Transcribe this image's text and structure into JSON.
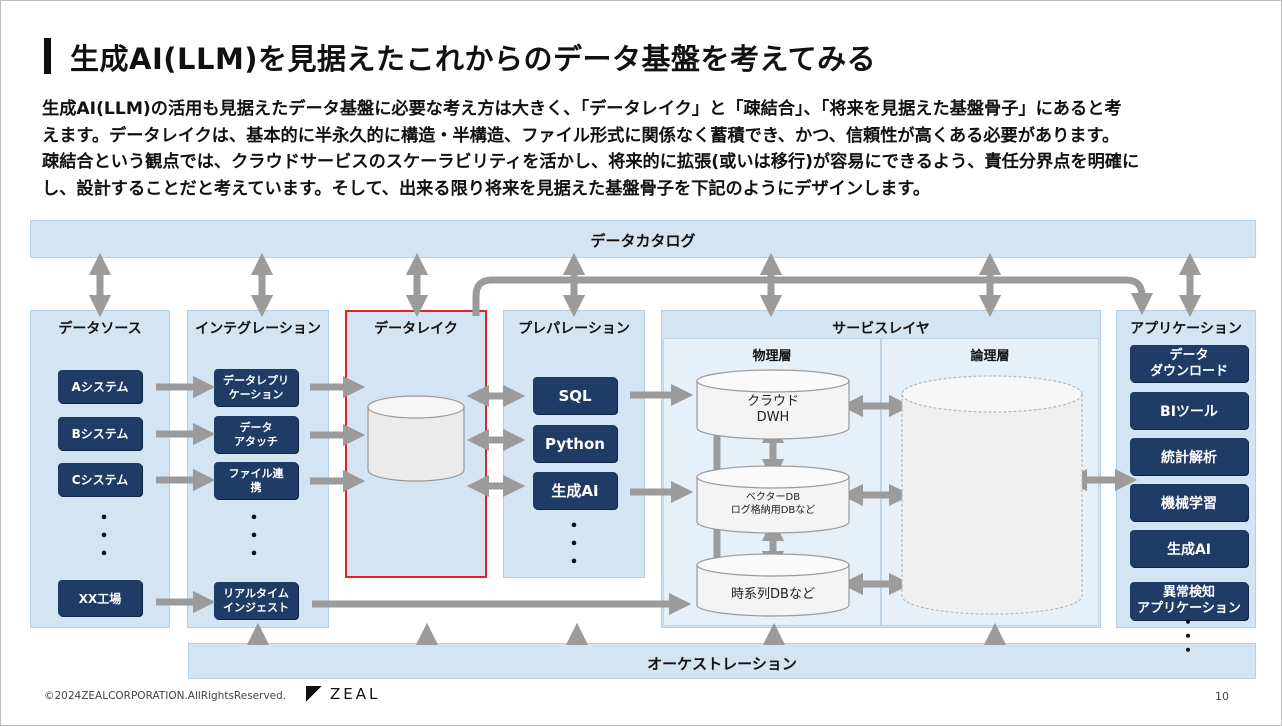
{
  "title": "生成AI(LLM)を見据えたこれからのデータ基盤を考えてみる",
  "body_lines": [
    "生成AI(LLM)の活用も見据えたデータ基盤に必要な考え方は大きく、「データレイク」と「疎結合」、「将来を見据えた基盤骨子」にあると考",
    "えます。データレイクは、基本的に半永久的に構造・半構造、ファイル形式に関係なく蓄積でき、かつ、信頼性が高くある必要があります。",
    "疎結合という観点では、クラウドサービスのスケーラビリティを活かし、将来的に拡張(或いは移行)が容易にできるよう、責任分界点を明確に",
    "し、設計することだと考えています。そして、出来る限り将来を見据えた基盤骨子を下記のようにデザインします。"
  ],
  "diagram": {
    "catalog": "データカタログ",
    "orchestration": "オーケストレーション",
    "datasource": {
      "label": "データソース",
      "items": [
        "Aシステム",
        "Bシステム",
        "Cシステム",
        "XX工場"
      ]
    },
    "integration": {
      "label": "インテグレーション",
      "items": [
        "データレプリ\nケーション",
        "データ\nアタッチ",
        "ファイル連\n携",
        "リアルタイム\nインジェスト"
      ]
    },
    "datalake": {
      "label": "データレイク"
    },
    "preparation": {
      "label": "プレパレーション",
      "items": [
        "SQL",
        "Python",
        "生成AI"
      ]
    },
    "service": {
      "label": "サービスレイヤ",
      "physical": "物理層",
      "logical": "論理層",
      "dbs": [
        "クラウド\nDWH",
        "ベクターDB\nログ格納用DBなど",
        "時系列DBなど"
      ]
    },
    "application": {
      "label": "アプリケーション",
      "items": [
        "データ\nダウンロード",
        "BIツール",
        "統計解析",
        "機械学習",
        "生成AI",
        "異常検知\nアプリケーション"
      ]
    },
    "ellipsis": "・\n・\n・"
  },
  "footer": {
    "copyright": "©2024ZEALCORPORATION.AllRightsReserved.",
    "logo": "ZEAL",
    "page": "10"
  }
}
